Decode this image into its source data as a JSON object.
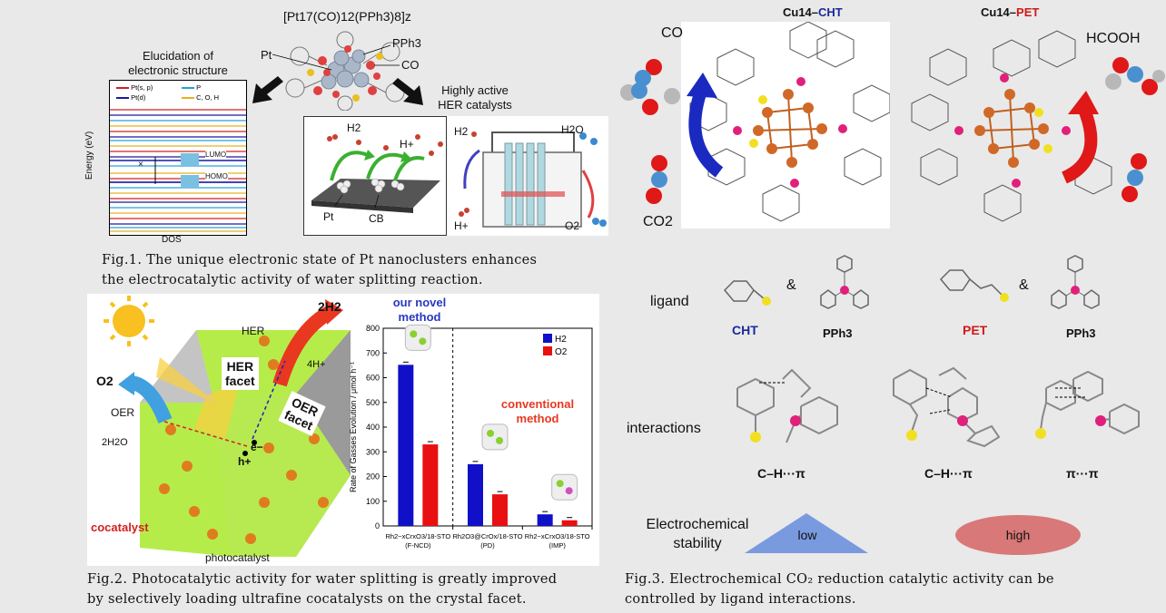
{
  "fig1": {
    "formula": "[Pt17(CO)12(PPh3)8]z",
    "label_pt": "Pt",
    "label_pph3": "PPh3",
    "label_co": "CO",
    "left_title_1": "Elucidation of",
    "left_title_2": "electronic structure",
    "right_title_1": "Highly active",
    "right_title_2": "HER catalysts",
    "legend": [
      "Pt(s, p)",
      "Pt(d)",
      "P",
      "C, O, H"
    ],
    "legend_colors": [
      "#d22020",
      "#1a1aa0",
      "#2aa0d8",
      "#e8b020"
    ],
    "yaxis": "Energy (eV)",
    "xaxis": "DOS",
    "lumo": "LUMO",
    "homo": "HOMO",
    "x_mark": "×",
    "catalyst_labels": {
      "h2": "H2",
      "hplus": "H+",
      "pt": "Pt",
      "cb": "CB"
    },
    "cell_labels": {
      "h2": "H2",
      "h2o": "H2O",
      "hplus": "H+",
      "o2": "O2"
    },
    "caption_1": "Fig.1. The unique electronic state of Pt nanoclusters enhances",
    "caption_2": "the electrocatalytic activity of water splitting reaction."
  },
  "fig2": {
    "her": "HER",
    "two_h2": "2H2",
    "four_h": "4H+",
    "her_facet_1": "HER",
    "her_facet_2": "facet",
    "oer_facet_1": "OER",
    "oer_facet_2": "facet",
    "o2": "O2",
    "oer": "OER",
    "two_h2o": "2H2O",
    "electron": "e−",
    "hole": "h+",
    "cocatalyst": "cocatalyst",
    "photocatalyst": "photocatalyst",
    "novel_1": "our novel",
    "novel_2": "method",
    "conv_1": "conventional",
    "conv_2": "method",
    "caption_1": "Fig.2. Photocatalytic activity for water splitting is greatly improved",
    "caption_2": "by selectively loading ultrafine cocatalysts on the crystal facet."
  },
  "chart_data": {
    "type": "bar",
    "ylabel": "Rate of Gasses Evolution / μmol h⁻¹",
    "ylim": [
      0,
      800
    ],
    "yticks": [
      0,
      100,
      200,
      300,
      400,
      500,
      600,
      700,
      800
    ],
    "categories": [
      "Rh2−xCrxO3/18-STO (F-NCD)",
      "Rh2O3@CrOx/18-STO (PD)",
      "Rh2−xCrxO3/18-STO (IMP)"
    ],
    "category_lines": [
      [
        "Rh2−xCrxO3/18-STO",
        "(F-NCD)"
      ],
      [
        "Rh2O3@CrOx/18-STO",
        "(PD)"
      ],
      [
        "Rh2−xCrxO3/18-STO",
        "(IMP)"
      ]
    ],
    "series": [
      {
        "name": "H2",
        "color": "#1010c8",
        "values": [
          652,
          250,
          47
        ]
      },
      {
        "name": "O2",
        "color": "#e81010",
        "values": [
          330,
          128,
          23
        ]
      }
    ],
    "legend_position": "top-right"
  },
  "fig3": {
    "cu_cht_prefix": "Cu14–",
    "cu_cht_suffix": "CHT",
    "cu_pet_prefix": "Cu14–",
    "cu_pet_suffix": "PET",
    "co": "CO",
    "co2": "CO2",
    "hcooh": "HCOOH",
    "ligand": "ligand",
    "amp1": "&",
    "amp2": "&",
    "cht": "CHT",
    "pph3_a": "PPh3",
    "pet": "PET",
    "pph3_b": "PPh3",
    "interactions": "interactions",
    "ch_pi_1": "C–H···π",
    "ch_pi_2": "C–H···π",
    "pi_pi": "π···π",
    "stability_1": "Electrochemical",
    "stability_2": "stability",
    "low": "low",
    "high": "high",
    "color_cht": "#1a2a9c",
    "color_pet": "#d01818",
    "caption_1": "Fig.3.  Electrochemical  CO₂  reduction  catalytic  activity  can  be",
    "caption_2": "controlled by ligand interactions."
  }
}
